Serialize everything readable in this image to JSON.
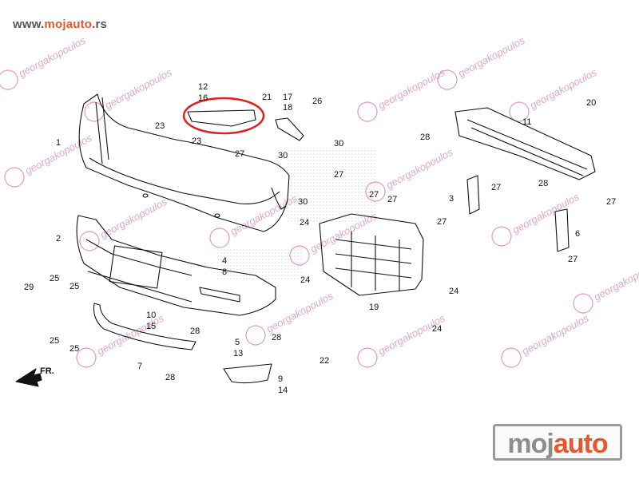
{
  "header": {
    "url_prefix": "www.",
    "url_accent": "mojauto",
    "url_suffix": ".rs"
  },
  "logo": {
    "part1": "moj",
    "part2": "auto"
  },
  "watermark": {
    "text": "georgakopoulos",
    "color": "#e0a8c8",
    "badge_color": "#d0529a"
  },
  "highlight_color": "#e02020",
  "front_label": "FR.",
  "parts": [
    {
      "id": "1"
    },
    {
      "id": "2"
    },
    {
      "id": "3"
    },
    {
      "id": "4"
    },
    {
      "id": "5"
    },
    {
      "id": "6"
    },
    {
      "id": "7"
    },
    {
      "id": "8"
    },
    {
      "id": "9"
    },
    {
      "id": "10"
    },
    {
      "id": "11"
    },
    {
      "id": "12"
    },
    {
      "id": "13"
    },
    {
      "id": "14"
    },
    {
      "id": "15"
    },
    {
      "id": "16"
    },
    {
      "id": "17"
    },
    {
      "id": "18"
    },
    {
      "id": "19"
    },
    {
      "id": "20"
    },
    {
      "id": "21"
    },
    {
      "id": "22"
    },
    {
      "id": "23"
    },
    {
      "id": "24"
    },
    {
      "id": "25"
    },
    {
      "id": "26"
    },
    {
      "id": "27"
    },
    {
      "id": "28"
    },
    {
      "id": "29"
    },
    {
      "id": "30"
    }
  ]
}
